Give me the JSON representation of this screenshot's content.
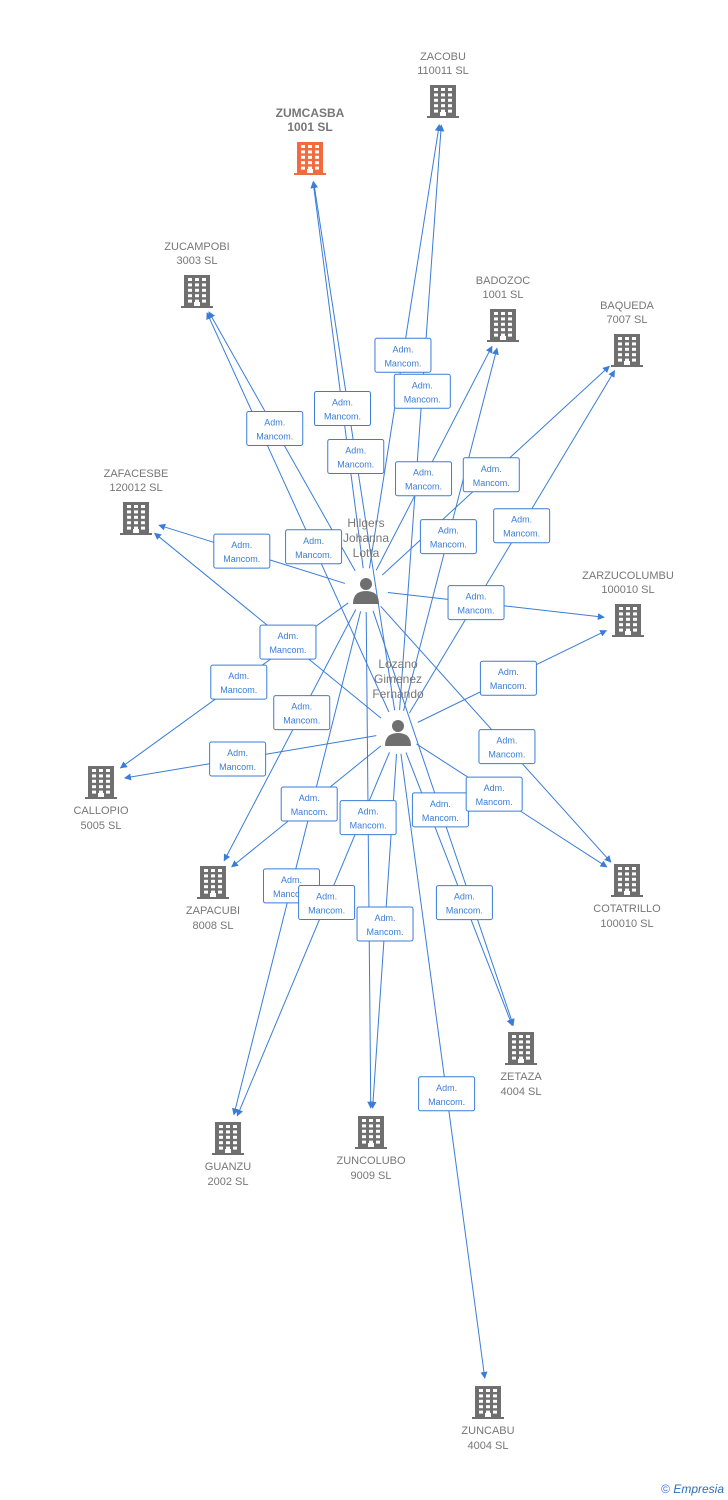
{
  "companies": [
    {
      "id": "zumcasba",
      "name": "ZUMCASBA",
      "sub": "1001 SL",
      "main": true
    },
    {
      "id": "zacobu",
      "name": "ZACOBU",
      "sub": "110011 SL"
    },
    {
      "id": "zucampobi",
      "name": "ZUCAMPOBI",
      "sub": "3003 SL"
    },
    {
      "id": "badozoc",
      "name": "BADOZOC",
      "sub": "1001 SL"
    },
    {
      "id": "baqueda",
      "name": "BAQUEDA",
      "sub": "7007 SL"
    },
    {
      "id": "zafacesbe",
      "name": "ZAFACESBE",
      "sub": "120012 SL"
    },
    {
      "id": "zarzucolumbu",
      "name": "ZARZUCOLUMBU",
      "sub": "100010 SL"
    },
    {
      "id": "callopio",
      "name": "CALLOPIO",
      "sub": "5005 SL"
    },
    {
      "id": "cotatrillo",
      "name": "COTATRILLO",
      "sub": "100010 SL"
    },
    {
      "id": "zapacubi",
      "name": "ZAPACUBI",
      "sub": "8008 SL"
    },
    {
      "id": "zetaza",
      "name": "ZETAZA",
      "sub": "4004 SL"
    },
    {
      "id": "guanzu",
      "name": "GUANZU",
      "sub": "2002 SL"
    },
    {
      "id": "zuncolubo",
      "name": "ZUNCOLUBO",
      "sub": "9009 SL"
    },
    {
      "id": "zuncabu",
      "name": "ZUNCABU",
      "sub": "4004 SL"
    }
  ],
  "persons": [
    {
      "id": "hilgers",
      "lines": [
        "Hilgers",
        "Johanna",
        "Lotta"
      ]
    },
    {
      "id": "lozano",
      "lines": [
        "Lozano",
        "Gimenez",
        "Fernando"
      ]
    }
  ],
  "edge_label": [
    "Adm.",
    "Mancom."
  ],
  "edges": [
    {
      "from": "hilgers",
      "to": "zumcasba"
    },
    {
      "from": "hilgers",
      "to": "zacobu"
    },
    {
      "from": "hilgers",
      "to": "zucampobi"
    },
    {
      "from": "hilgers",
      "to": "badozoc"
    },
    {
      "from": "hilgers",
      "to": "baqueda"
    },
    {
      "from": "hilgers",
      "to": "zafacesbe"
    },
    {
      "from": "hilgers",
      "to": "zarzucolumbu"
    },
    {
      "from": "hilgers",
      "to": "callopio"
    },
    {
      "from": "hilgers",
      "to": "cotatrillo"
    },
    {
      "from": "hilgers",
      "to": "zapacubi"
    },
    {
      "from": "hilgers",
      "to": "zetaza"
    },
    {
      "from": "hilgers",
      "to": "guanzu"
    },
    {
      "from": "hilgers",
      "to": "zuncolubo"
    },
    {
      "from": "lozano",
      "to": "zumcasba"
    },
    {
      "from": "lozano",
      "to": "zacobu"
    },
    {
      "from": "lozano",
      "to": "zucampobi"
    },
    {
      "from": "lozano",
      "to": "badozoc"
    },
    {
      "from": "lozano",
      "to": "baqueda"
    },
    {
      "from": "lozano",
      "to": "zafacesbe"
    },
    {
      "from": "lozano",
      "to": "zarzucolumbu"
    },
    {
      "from": "lozano",
      "to": "callopio"
    },
    {
      "from": "lozano",
      "to": "cotatrillo"
    },
    {
      "from": "lozano",
      "to": "zapacubi"
    },
    {
      "from": "lozano",
      "to": "zetaza"
    },
    {
      "from": "lozano",
      "to": "guanzu"
    },
    {
      "from": "lozano",
      "to": "zuncolubo"
    },
    {
      "from": "lozano",
      "to": "zuncabu"
    }
  ],
  "colors": {
    "edge": "#3a7dd8",
    "building": "#6f6f6f",
    "building_main": "#f26a3d",
    "person": "#6f6f6f",
    "label": "#777777"
  },
  "footer": {
    "copyright": "©",
    "brand": "Empresia"
  }
}
